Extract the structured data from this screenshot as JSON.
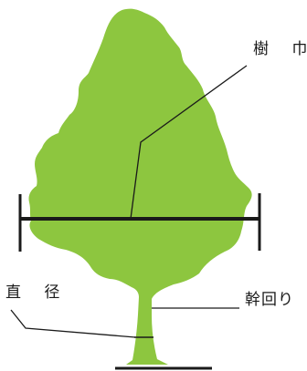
{
  "labels": {
    "crown_width": "樹 巾",
    "diameter": "直 径",
    "girth": "幹回り"
  },
  "colors": {
    "foliage": "#8dc63f",
    "line": "#1a1a1a",
    "background": "#ffffff"
  }
}
